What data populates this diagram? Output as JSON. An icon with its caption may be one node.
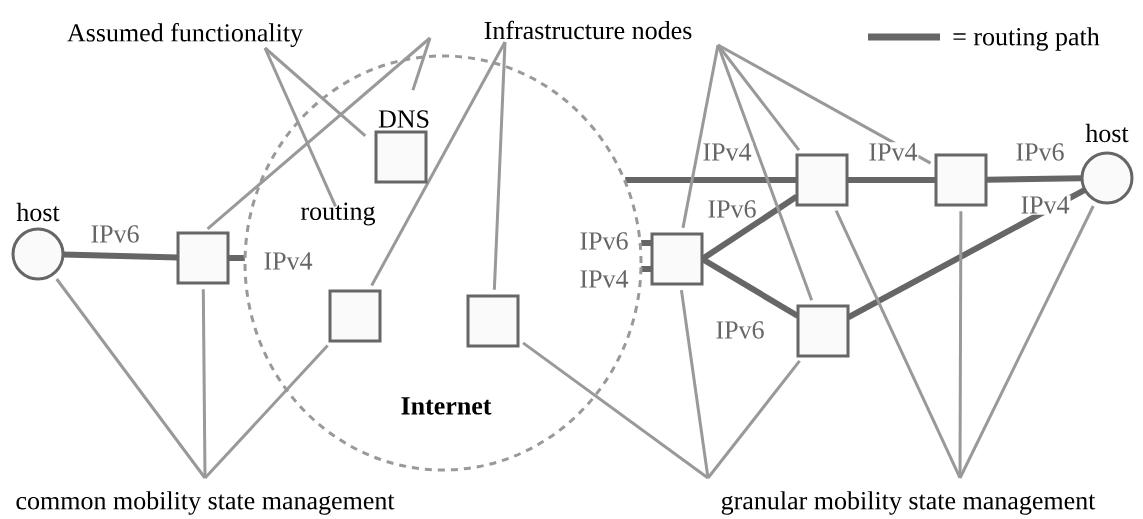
{
  "diagram": {
    "nodes": [
      {
        "text": [
          "Assumed functionality"
        ]
      },
      {
        "text": [
          "Infrastructure nodes"
        ]
      },
      {
        "text": [
          "Internet"
        ]
      },
      {
        "text": [
          "host"
        ]
      },
      {
        "text": [],
        "shape": "box"
      },
      {
        "text": [
          "DNS"
        ],
        "in": 2
      },
      {
        "text": [
          "routing"
        ],
        "in": 2
      },
      {
        "text": [],
        "shape": "box",
        "in": 2
      },
      {
        "text": [],
        "shape": "box",
        "in": 2
      },
      {
        "text": [],
        "shape": "box"
      },
      {
        "text": [],
        "shape": "box"
      },
      {
        "text": [],
        "shape": "box"
      },
      {
        "text": [
          "host"
        ]
      },
      {
        "text": [],
        "shape": "box"
      },
      {
        "text": [
          "common mobility state management"
        ]
      },
      {
        "text": [
          "granular mobility state management"
        ]
      }
    ],
    "edges": [
      {
        "from": 3,
        "to": 4,
        "arrow": "none",
        "label": "IPv6",
        "style": "thick",
        "color": "#666666"
      },
      {
        "from": 4,
        "to": 2,
        "arrow": "none",
        "label": "IPv4",
        "style": "thick",
        "color": "#666666"
      },
      {
        "from": 2,
        "to": 10,
        "arrow": "none",
        "label": "IPv4",
        "style": "thick",
        "color": "#666666"
      },
      {
        "from": 2,
        "to": 9,
        "arrow": "none",
        "label": "IPv6",
        "style": "thick",
        "color": "#666666"
      },
      {
        "from": 2,
        "to": 9,
        "arrow": "none",
        "label": "IPv4",
        "style": "thick",
        "color": "#666666"
      },
      {
        "from": 9,
        "to": 10,
        "arrow": "none",
        "label": "IPv6",
        "style": "thick",
        "color": "#666666"
      },
      {
        "from": 9,
        "to": 13,
        "arrow": "none",
        "label": "IPv6",
        "style": "thick",
        "color": "#666666"
      },
      {
        "from": 10,
        "to": 11,
        "arrow": "none",
        "label": "IPv4",
        "style": "thick",
        "color": "#666666"
      },
      {
        "from": 11,
        "to": 12,
        "arrow": "none",
        "label": "IPv6",
        "style": "thick",
        "color": "#666666"
      },
      {
        "from": 13,
        "to": 12,
        "arrow": "none",
        "label": "IPv4",
        "style": "thick",
        "color": "#666666"
      },
      {
        "from": 0,
        "to": 5,
        "arrow": "none"
      },
      {
        "from": 0,
        "to": 6,
        "arrow": "none"
      },
      {
        "from": 1,
        "to": 4,
        "arrow": "none"
      },
      {
        "from": 1,
        "to": 5,
        "arrow": "none"
      },
      {
        "from": 1,
        "to": 7,
        "arrow": "none"
      },
      {
        "from": 1,
        "to": 8,
        "arrow": "none"
      },
      {
        "from": 1,
        "to": 9,
        "arrow": "none"
      },
      {
        "from": 1,
        "to": 10,
        "arrow": "none"
      },
      {
        "from": 1,
        "to": 13,
        "arrow": "none"
      },
      {
        "from": 1,
        "to": 11,
        "arrow": "none"
      },
      {
        "from": 14,
        "to": 3,
        "arrow": "none"
      },
      {
        "from": 14,
        "to": 4,
        "arrow": "none"
      },
      {
        "from": 14,
        "to": 7,
        "arrow": "none"
      },
      {
        "from": 15,
        "to": 8,
        "arrow": "none"
      },
      {
        "from": 15,
        "to": 9,
        "arrow": "none"
      },
      {
        "from": 15,
        "to": 13,
        "arrow": "none"
      },
      {
        "from": 15,
        "to": 10,
        "arrow": "none"
      },
      {
        "from": 15,
        "to": 11,
        "arrow": "none"
      },
      {
        "from": 15,
        "to": 12,
        "arrow": "none"
      }
    ],
    "legend": [
      {
        "text": "= routing path"
      }
    ]
  }
}
